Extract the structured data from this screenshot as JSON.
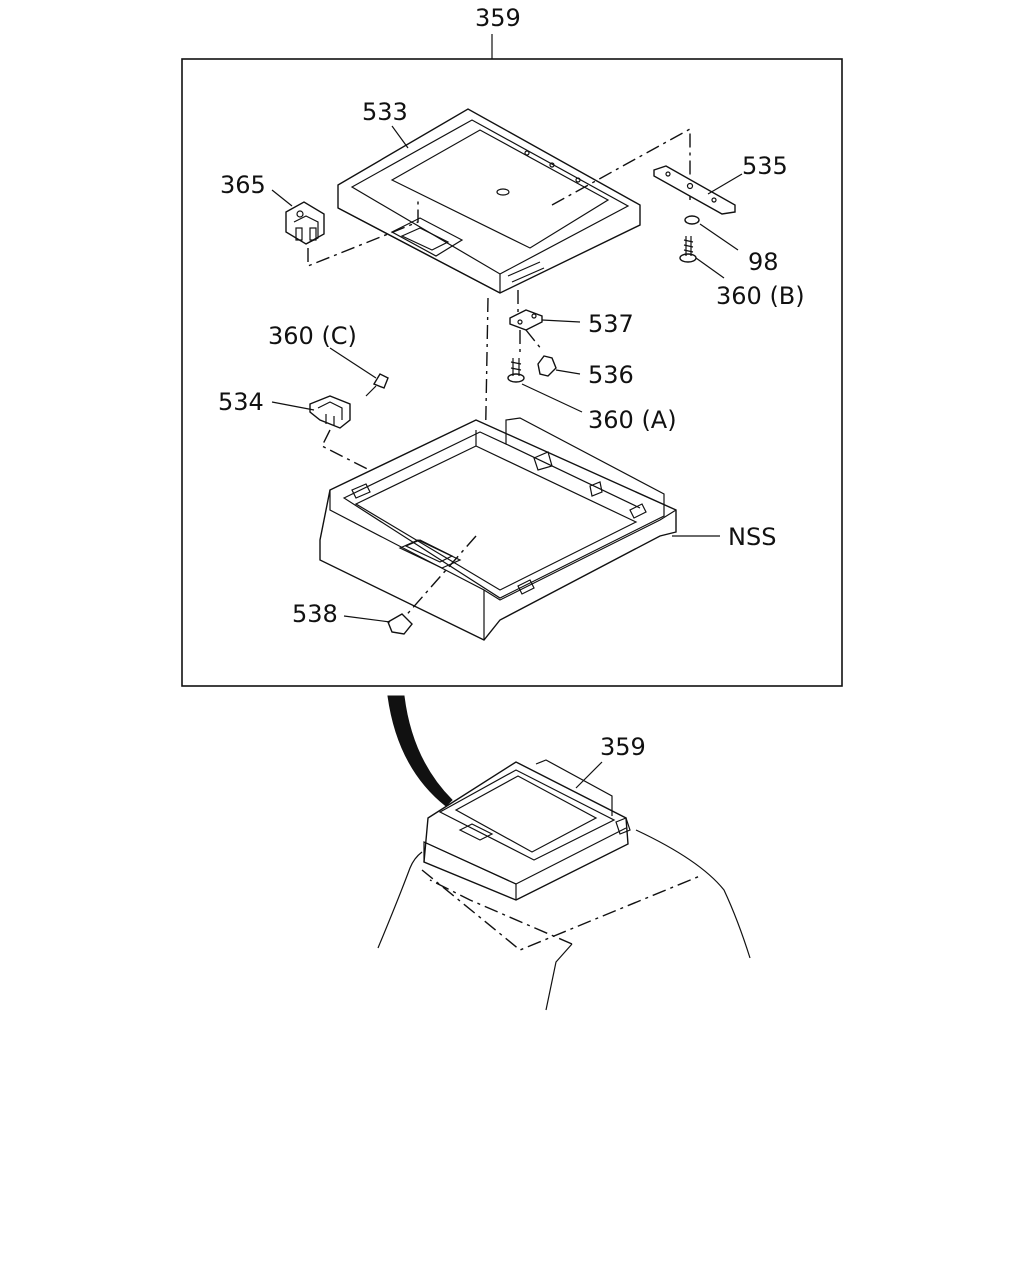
{
  "diagram": {
    "callouts": {
      "assembly_top": "359",
      "lid": "533",
      "hinge_365": "365",
      "bracket_535": "535",
      "washer_98": "98",
      "screw_b": "360 (B)",
      "striker_537": "537",
      "bumper_536": "536",
      "screw_a": "360 (A)",
      "screw_c": "360 (C)",
      "latch_534": "534",
      "base_nss": "NSS",
      "clip_538": "538",
      "assembly_installed": "359"
    }
  }
}
